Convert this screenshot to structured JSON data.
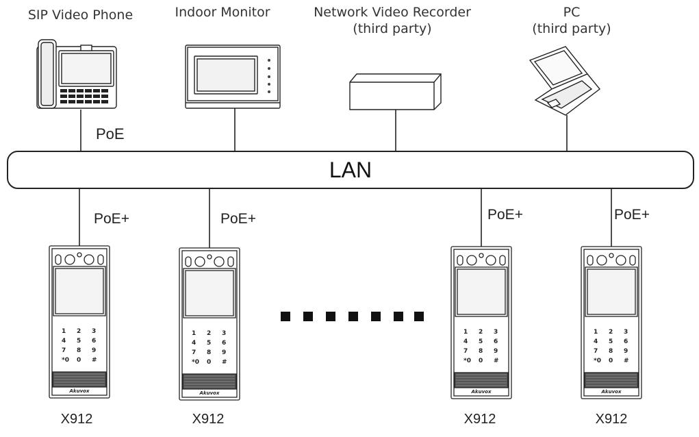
{
  "devices_top": {
    "sip_phone": {
      "label": "SIP Video Phone",
      "link": "PoE"
    },
    "indoor_monitor": {
      "label": "Indoor Monitor"
    },
    "nvr": {
      "label_line1": "Network Video Recorder",
      "label_line2": "(third party)"
    },
    "pc": {
      "label_line1": "PC",
      "label_line2": "(third party)"
    }
  },
  "network": {
    "label": "LAN"
  },
  "door_stations": [
    {
      "model": "X912",
      "link": "PoE+"
    },
    {
      "model": "X912",
      "link": "PoE+"
    },
    {
      "model": "X912",
      "link": "PoE+"
    },
    {
      "model": "X912",
      "link": "PoE+"
    }
  ],
  "keypad": {
    "rows": [
      [
        "1",
        "2",
        "3"
      ],
      [
        "4",
        "5",
        "6"
      ],
      [
        "7",
        "8",
        "9"
      ],
      [
        "*0",
        "0",
        "#"
      ]
    ]
  },
  "brand_mark": "Akuvox"
}
